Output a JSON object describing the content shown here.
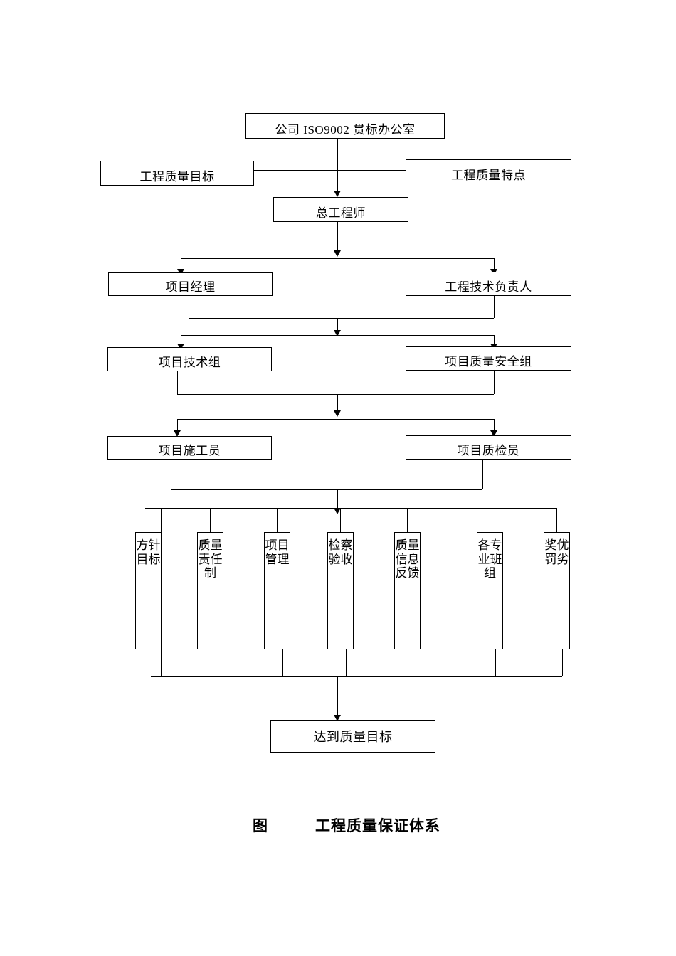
{
  "diagram": {
    "caption": "图　　　工程质量保证体系",
    "nodes": {
      "office": "公司 ISO9002 贯标办公室",
      "quality_goal": "工程质量目标",
      "quality_feature": "工程质量特点",
      "chief_engineer": "总工程师",
      "project_manager": "项目经理",
      "tech_lead": "工程技术负责人",
      "tech_group": "项目技术组",
      "qa_group": "项目质量安全组",
      "site_worker": "项目施工员",
      "inspector": "项目质检员",
      "result": "达到质量目标"
    },
    "measures": [
      "方针目标",
      "质量责任制",
      "项目管理",
      "检察验收",
      "质量信息反馈",
      "各专业班组",
      "奖优罚劣"
    ]
  }
}
